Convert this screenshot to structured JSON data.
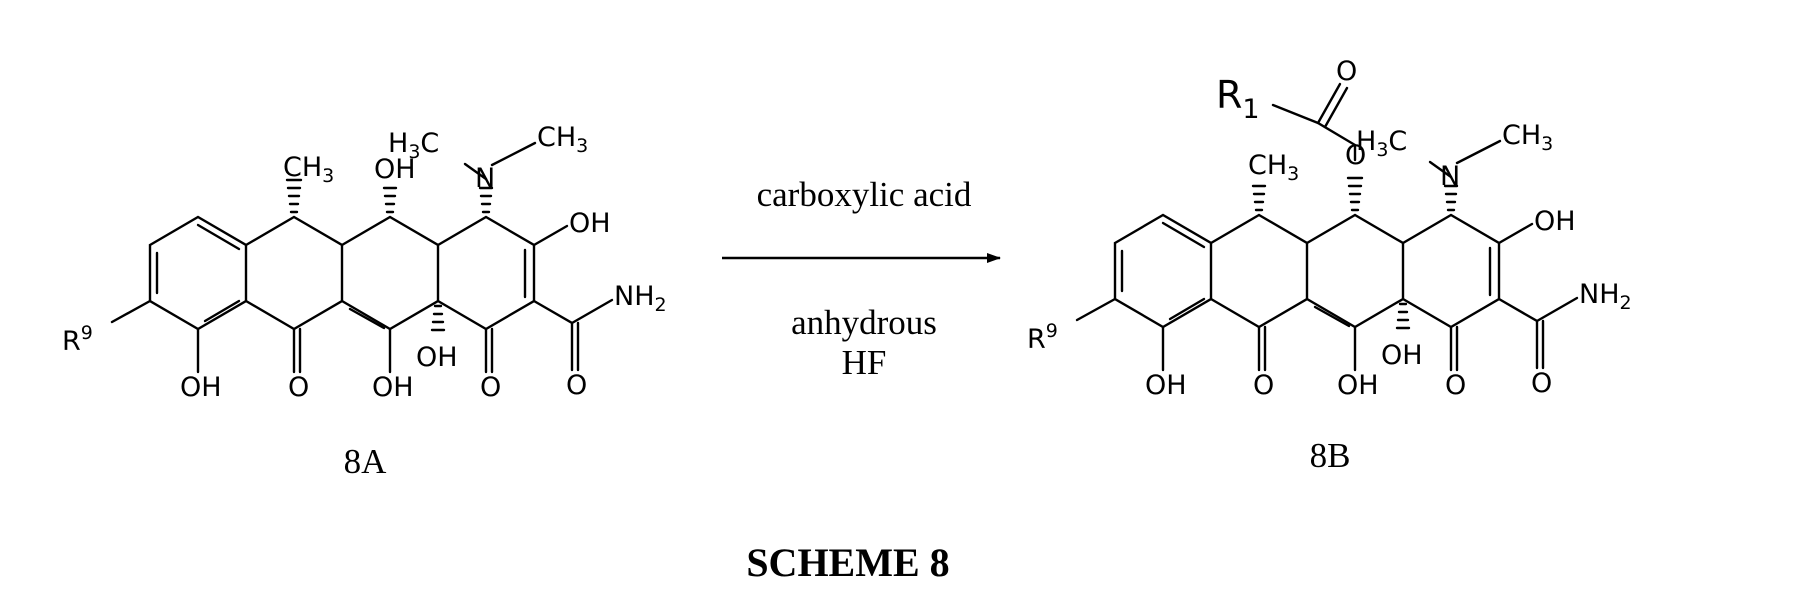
{
  "scheme": {
    "title": "SCHEME 8",
    "reagent_top": "carboxylic acid",
    "reagent_bottom_1": "anhydrous",
    "reagent_bottom_2": "HF"
  },
  "compound_a": {
    "label": "8A",
    "atoms": {
      "r9": "R",
      "r9_sup": "9",
      "ch3": "CH",
      "ch3_sub": "3",
      "oh_top": "OH",
      "nme_left": "H",
      "nme_left_sub": "3",
      "nme_left_c": "C",
      "n": "N",
      "nme_right": "CH",
      "nme_right_sub": "3",
      "oh_enol": "OH",
      "nh2": "NH",
      "nh2_sub": "2",
      "oh_phenol": "OH",
      "o_ketone1": "O",
      "oh_mid": "OH",
      "oh_junction": "OH",
      "o_ketone2": "O",
      "o_amide": "O"
    }
  },
  "compound_b": {
    "label": "8B",
    "atoms": {
      "r1": "R",
      "r1_sub": "1",
      "o_carbonyl": "O",
      "o_ester": "O",
      "r9": "R",
      "r9_sup": "9",
      "ch3": "CH",
      "ch3_sub": "3",
      "nme_left": "H",
      "nme_left_sub": "3",
      "nme_left_c": "C",
      "n": "N",
      "nme_right": "CH",
      "nme_right_sub": "3",
      "oh_enol": "OH",
      "nh2": "NH",
      "nh2_sub": "2",
      "oh_phenol": "OH",
      "o_ketone1": "O",
      "oh_mid": "OH",
      "oh_junction": "OH",
      "o_ketone2": "O",
      "o_amide": "O"
    }
  }
}
